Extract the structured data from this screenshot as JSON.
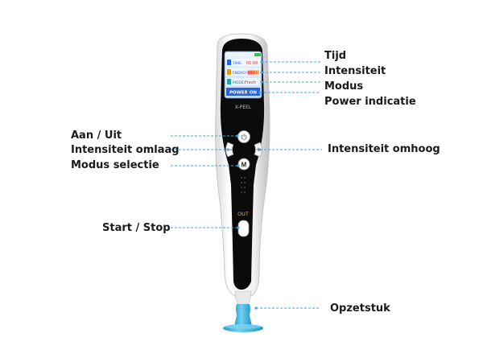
{
  "device": {
    "brand_label": "X-PEEL",
    "screen": {
      "time_label": "TIME:",
      "time_value": "01:00",
      "energy_label": "ENERGY:",
      "mode_label": "MODE:",
      "mode_value": "Fresh",
      "power_status": "POWER ON"
    },
    "buttons": {
      "power_symbol": "⏻",
      "minus_symbol": "−",
      "plus_symbol": "+",
      "mode_symbol": "M"
    },
    "out_label": "OUT",
    "colors": {
      "body": "#f4f4f4",
      "panel": "#0b0b0b",
      "screen_bg": "#d8e6f8",
      "power_bar": "#2a63d9",
      "tip": "#3fb6e0",
      "leader_line": "#3fa9e0"
    }
  },
  "labels": {
    "tijd": "Tijd",
    "intensiteit": "Intensiteit",
    "modus": "Modus",
    "power_indicatie": "Power indicatie",
    "aan_uit": "Aan / Uit",
    "intensiteit_omlaag": "Intensiteit omlaag",
    "modus_selectie": "Modus selectie",
    "intensiteit_omhoog": "Intensiteit omhoog",
    "start_stop": "Start / Stop",
    "opzetstuk": "Opzetstuk"
  }
}
